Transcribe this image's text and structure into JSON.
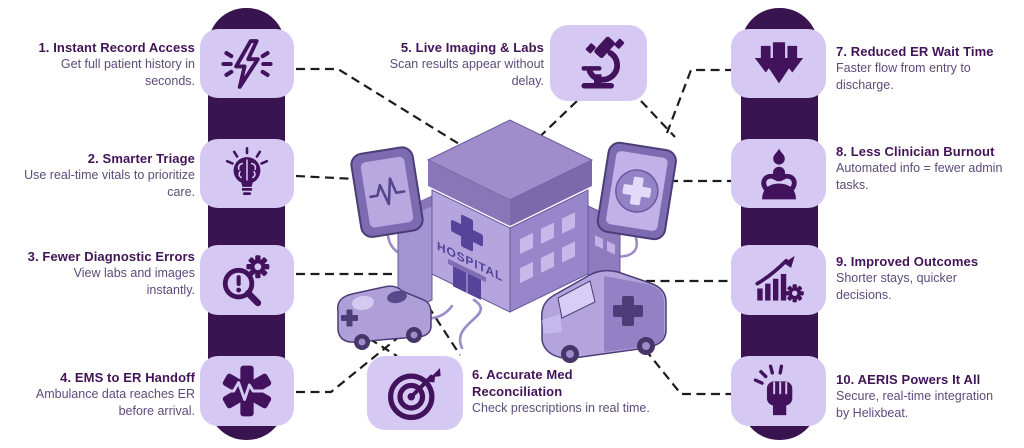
{
  "title": "AERIS hospital data-flow benefits infographic",
  "colors": {
    "pill_dark_purple": "#3a1450",
    "icon_box_light_purple": "#d5c9f3",
    "icon_dark_purple": "#42135c",
    "heading_text": "#421457",
    "body_text": "#5e4b7b",
    "connector_dash": "#1d1d1d",
    "illustration_purple": "#9383c6"
  },
  "illustration": {
    "hospital_sign": "HOSPITAL",
    "elements": [
      "hospital-building",
      "ekg-monitor",
      "medical-tablet",
      "ambulance-left",
      "ambulance-right"
    ]
  },
  "items": [
    {
      "title": "1. Instant Record Access",
      "body": "Get full patient history in seconds.",
      "icon": "lightning-burst-icon"
    },
    {
      "title": "2. Smarter Triage",
      "body": "Use real-time vitals to prioritize care.",
      "icon": "brain-bulb-icon"
    },
    {
      "title": "3. Fewer Diagnostic Errors",
      "body": "View labs and images instantly.",
      "icon": "magnifier-gear-icon"
    },
    {
      "title": "4. EMS to ER Handoff",
      "body": "Ambulance data reaches ER before arrival.",
      "icon": "star-of-life-icon"
    },
    {
      "title": "5. Live Imaging & Labs",
      "body": "Scan results appear without delay.",
      "icon": "microscope-icon"
    },
    {
      "title": "6. Accurate Med Reconciliation",
      "body": "Check prescriptions in real time.",
      "icon": "target-dart-icon"
    },
    {
      "title": "7. Reduced ER Wait Time",
      "body": "Faster flow from entry to discharge.",
      "icon": "down-arrows-icon"
    },
    {
      "title": "8. Less Clinician Burnout",
      "body": "Automated info = fewer admin tasks.",
      "icon": "burnout-icon"
    },
    {
      "title": "9. Improved Outcomes",
      "body": "Shorter stays, quicker decisions.",
      "icon": "growth-chart-gear-icon"
    },
    {
      "title": "10. AERIS Powers It All",
      "body": "Secure, real-time integration by Helixbeat.",
      "icon": "raised-fist-icon"
    }
  ]
}
